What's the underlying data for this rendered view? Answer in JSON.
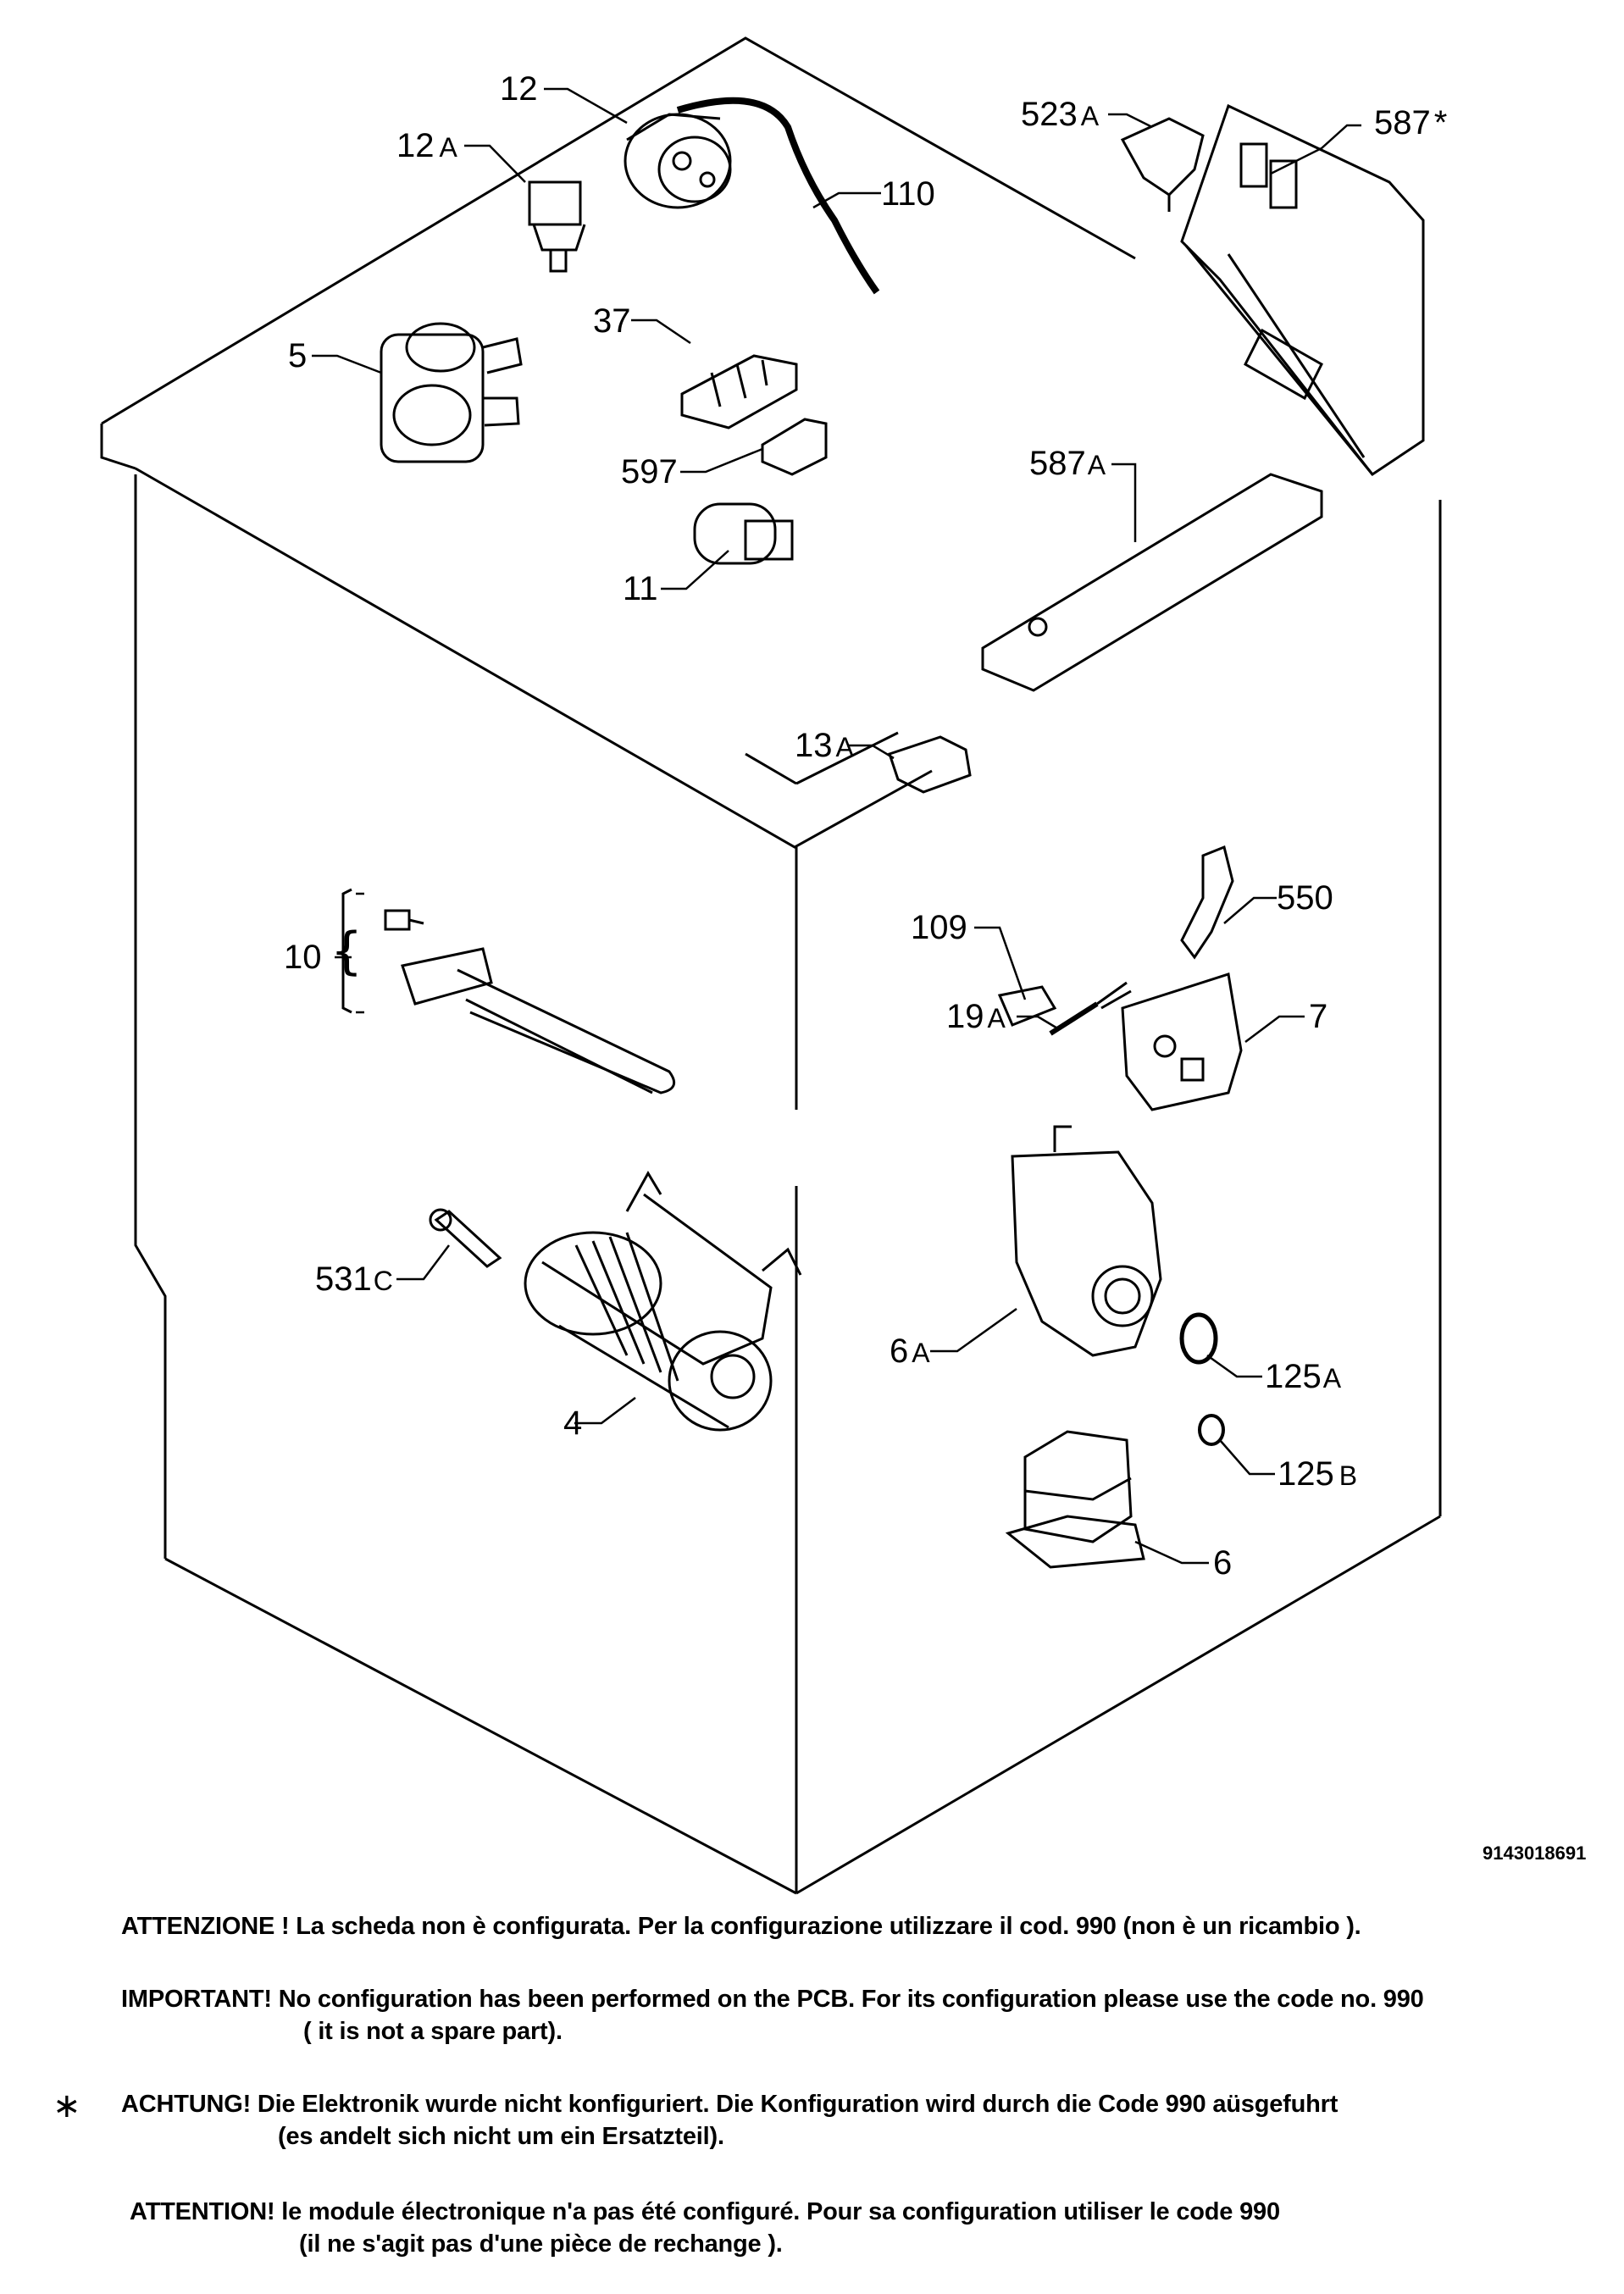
{
  "drawing_code": "9143018691",
  "callouts": {
    "c12": "12",
    "c12a": {
      "num": "12",
      "sfx": "A"
    },
    "c110": "110",
    "c5": "5",
    "c37": "37",
    "c597": "597",
    "c11": "11",
    "c523a": {
      "num": "523",
      "sfx": "A"
    },
    "c587s": {
      "num": "587",
      "sfx": "*"
    },
    "c587a": {
      "num": "587",
      "sfx": "A"
    },
    "c13a": {
      "num": "13",
      "sfx": "A"
    },
    "c10": "10",
    "c109": "109",
    "c550": "550",
    "c19a": {
      "num": "19",
      "sfx": "A"
    },
    "c7": "7",
    "c531c": {
      "num": "531",
      "sfx": "C"
    },
    "c4": "4",
    "c6a": {
      "num": "6",
      "sfx": "A"
    },
    "c125a": {
      "num": "125",
      "sfx": "A"
    },
    "c125b": {
      "num": "125",
      "sfx": "B"
    },
    "c6": "6"
  },
  "notes": {
    "it": {
      "line1": "ATTENZIONE ! La scheda non è  configurata. Per la configurazione utilizzare il cod. 990 (non è un ricambio )."
    },
    "en": {
      "line1": "IMPORTANT! No configuration has been performed on the PCB. For its configuration please use the code no. 990",
      "line2": "( it is not a spare part)."
    },
    "de": {
      "marker": "∗",
      "line1": "ACHTUNG! Die Elektronik wurde nicht konfiguriert. Die Konfiguration wird durch die Code 990 aüsgefuhrt",
      "line2": "(es andelt sich nicht um ein Ersatzteil)."
    },
    "fr": {
      "line1": "ATTENTION! le module électronique n'a pas été configuré. Pour  sa configuration utiliser le code 990",
      "line2": "(il ne s'agit pas d'une pièce de rechange )."
    }
  }
}
